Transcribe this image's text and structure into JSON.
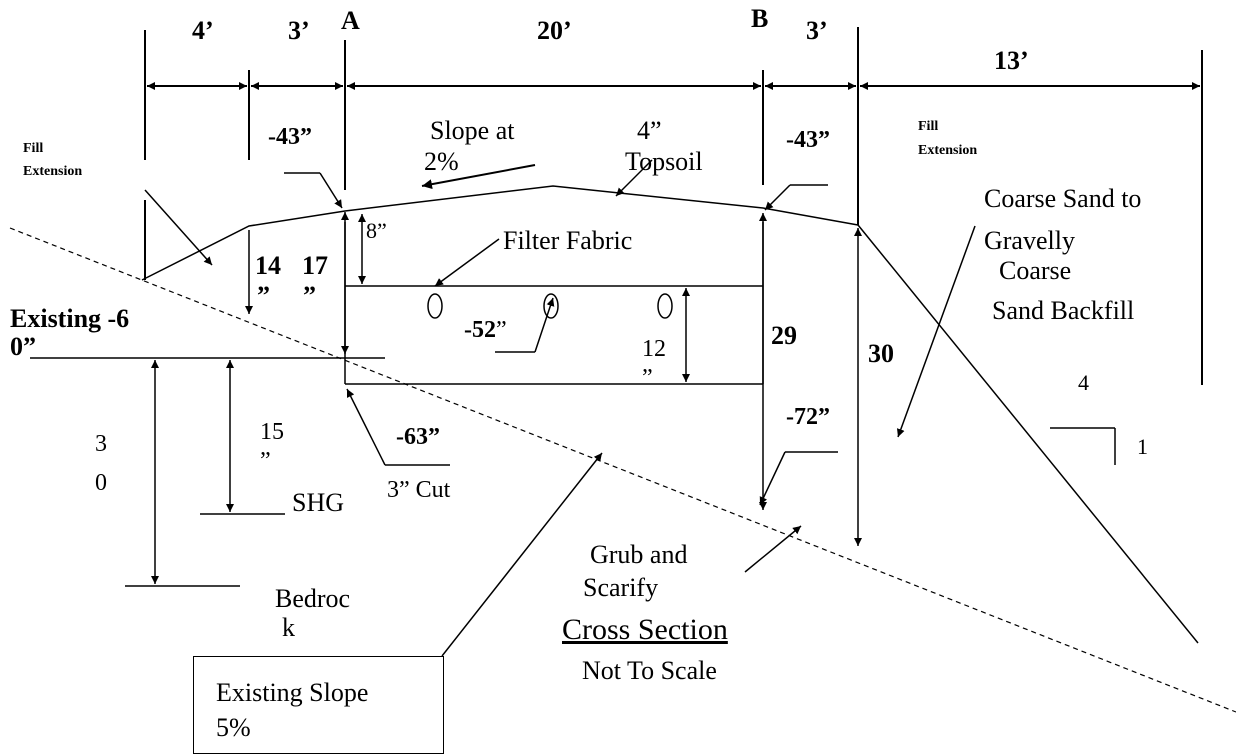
{
  "dimensions": {
    "top": {
      "left_fill": "4’",
      "left_shoulder": "3’",
      "point_a": "A",
      "width": "20’",
      "point_b": "B",
      "right_shoulder": "3’",
      "right_fill": "13’"
    },
    "grades": {
      "left_shoulder_grade": "-43”",
      "right_shoulder_grade": "-43”",
      "existing_left": "Existing -60”",
      "fabric_bottom_grade": "-52",
      "fabric_bottom_quote": "”",
      "cut_grade": "-63”",
      "right_toe_grade": "-72”"
    },
    "depths": {
      "d14": "14",
      "d14_mark": "”",
      "d17": "17",
      "d17_mark": "”",
      "d8": "8”",
      "d29": "29",
      "d30": "30",
      "d12": "12",
      "d12_mark": "”",
      "d15": "15",
      "d15_mark": "”",
      "d30_left_a": "3",
      "d30_left_b": "0"
    }
  },
  "labels": {
    "fill_extension_left_line1": "Fill",
    "fill_extension_left_line2": "Extension",
    "fill_extension_right_line1": "Fill",
    "fill_extension_right_line2": "Extension",
    "slope_at": "Slope at",
    "slope_pct": "2%",
    "topsoil_a": "4”",
    "topsoil_b": "Topsoil",
    "filter_fabric": "Filter Fabric",
    "backfill_line1": "Coarse Sand to",
    "backfill_line2": "Gravelly",
    "backfill_line3": "Coarse",
    "backfill_line4": "Sand Backfill",
    "cut": "3” Cut",
    "shg": "SHG",
    "bedrock_a": "Bedroc",
    "bedrock_b": "k",
    "grub_a": "Grub and",
    "grub_b": "Scarify",
    "title": "Cross Section",
    "subtitle": "Not To Scale",
    "existing_slope_line1": "Existing Slope",
    "existing_slope_line2": "5%",
    "ratio_run": "4",
    "ratio_rise": "1"
  }
}
